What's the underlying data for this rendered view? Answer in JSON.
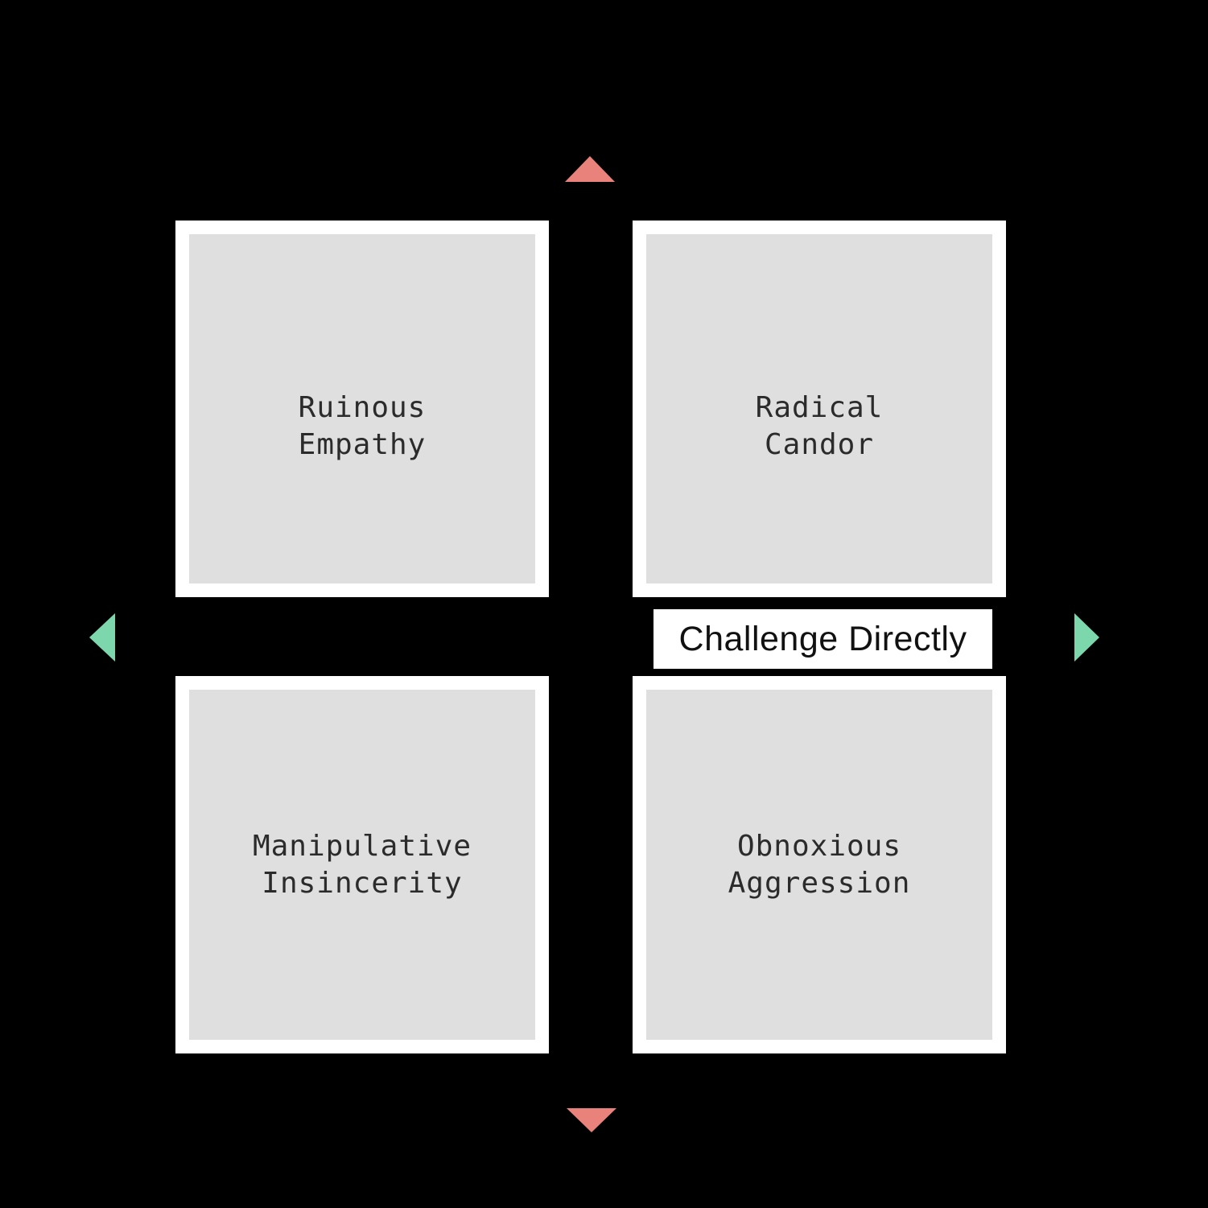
{
  "matrix": {
    "name": "radical-candor-2x2-matrix",
    "quadrants": [
      {
        "position": "top-left",
        "label": "Ruinous\nEmpathy"
      },
      {
        "position": "top-right",
        "label": "Radical\nCandor"
      },
      {
        "position": "bottom-left",
        "label": "Manipulative\nInsincerity"
      },
      {
        "position": "bottom-right",
        "label": "Obnoxious\nAggression"
      }
    ],
    "x_axis": {
      "label": "Challenge Directly"
    }
  },
  "icons": {
    "up_arrow": "triangle-up",
    "down_arrow": "triangle-down",
    "left_arrow": "triangle-left",
    "right_arrow": "triangle-right"
  },
  "colors": {
    "background": "#000000",
    "card_frame": "#ffffff",
    "card_fill": "#dfdfdf",
    "vertical_arrow": "#e8827a",
    "horizontal_arrow": "#7cd7ac",
    "quadrant_text": "#2b2b2b",
    "axis_text": "#111111"
  }
}
